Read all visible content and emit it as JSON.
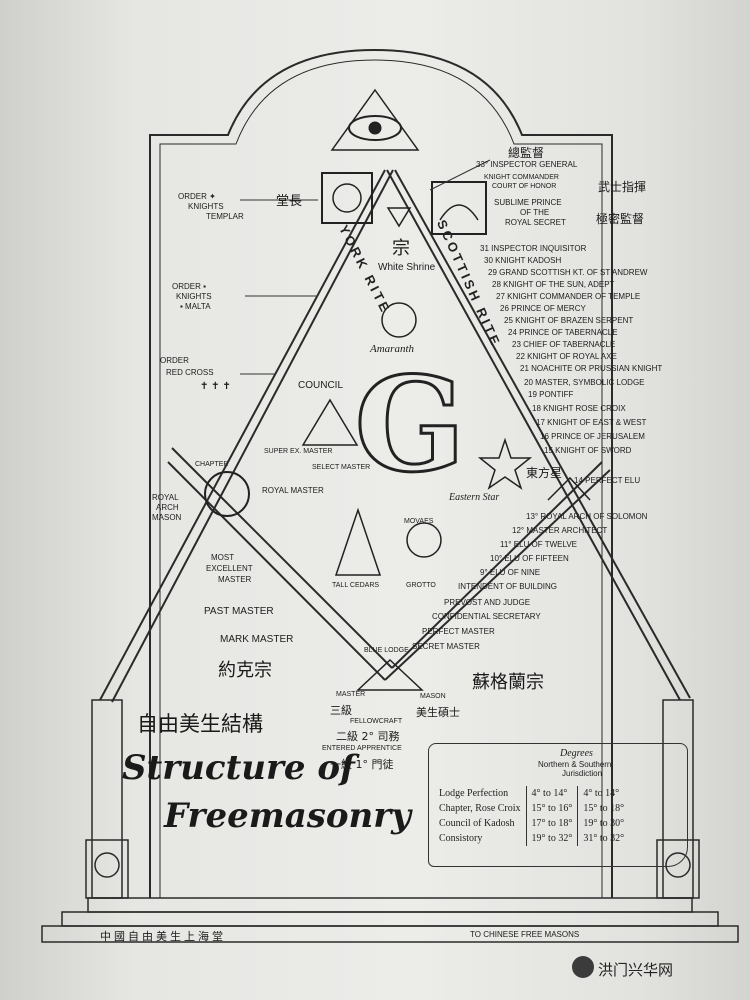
{
  "header": {
    "eye_cn": "總監督",
    "inspector_general": "33° INSPECTOR GENERAL"
  },
  "left_orders": [
    {
      "cn": "堂長",
      "lines": [
        "ORDER ✦",
        "KNIGHTS",
        "TEMPLAR"
      ]
    },
    {
      "lines": [
        "ORDER ▪",
        "KNIGHTS",
        "▪ MALTA"
      ]
    },
    {
      "lines": [
        "ORDER",
        "RED CROSS",
        "✝ ✝ ✝"
      ]
    }
  ],
  "right_top": {
    "knight_commander": [
      "KNIGHT COMMANDER",
      "COURT of HONOR"
    ],
    "knight_commander_cn": "武士指揮",
    "sublime": [
      "SUBLIME PRINCE",
      "OF THE",
      "ROYAL SECRET"
    ],
    "sublime_cn": "極密監督"
  },
  "rites": {
    "york": "YORK RITE",
    "scottish": "SCOTTISH RITE"
  },
  "center": {
    "white_shrine_cn": "宗",
    "white_shrine": "White Shrine",
    "amaranth": "Amaranth",
    "council": "COUNCIL",
    "super_master": "SUPER EX. MASTER",
    "select_master": "SELECT MASTER",
    "chapter": "CHAPTER",
    "royal_master": "ROYAL MASTER",
    "royal_arch": [
      "ROYAL",
      "ARCH",
      "MASON"
    ],
    "letter_g": "G",
    "eastern_star": "Eastern Star",
    "eastern_star_cn": "東方星",
    "tall_cedars": "TALL CEDARS",
    "grotto": "GROTTO",
    "grotto_top": "MOVAES",
    "most_excellent": [
      "MOST",
      "EXCELLENT",
      "MASTER"
    ],
    "past_master": "PAST MASTER",
    "mark_master": "MARK MASTER",
    "york_cn": "約克宗",
    "scottish_cn": "蘇格蘭宗",
    "blue_lodge": "BLUE LODGE"
  },
  "scottish_degrees": [
    {
      "num": "31",
      "label": "INSPECTOR INQUISITOR"
    },
    {
      "num": "30",
      "label": "KNIGHT KADOSH"
    },
    {
      "num": "29",
      "label": "GRAND SCOTTISH KT. of ST ANDREW"
    },
    {
      "num": "28",
      "label": "KNIGHT of THE SUN, ADEPT"
    },
    {
      "num": "27",
      "label": "KNIGHT COMMANDER of TEMPLE"
    },
    {
      "num": "26",
      "label": "PRINCE of MERCY"
    },
    {
      "num": "25",
      "label": "KNIGHT of BRAZEN SERPENT"
    },
    {
      "num": "24",
      "label": "PRINCE of TABERNACLE"
    },
    {
      "num": "23",
      "label": "CHIEF of TABERNACLE"
    },
    {
      "num": "22",
      "label": "KNIGHT of ROYAL AXE"
    },
    {
      "num": "21",
      "label": "NOACHITE or PRUSSIAN KNIGHT"
    },
    {
      "num": "20",
      "label": "MASTER, SYMBOLIC LODGE"
    },
    {
      "num": "19",
      "label": "PONTIFF"
    },
    {
      "num": "18",
      "label": "KNIGHT ROSE CROIX"
    },
    {
      "num": "17",
      "label": "KNIGHT of EAST & WEST"
    },
    {
      "num": "16",
      "label": "PRINCE of JERUSALEM"
    },
    {
      "num": "15",
      "label": "KNIGHT of SWORD"
    },
    {
      "num": "14",
      "label": "PERFECT ELU"
    }
  ],
  "lower_degrees": [
    "13° ROYAL ARCH of SOLOMON",
    "12° MASTER ARCHITECT",
    "11° ELU of TWELVE",
    "10° ELU of FIFTEEN",
    "9° ELU of NINE",
    "INTENDENT of BUILDING",
    "PREVOST AND JUDGE",
    "CONFIDENTIAL SECRETARY",
    "PERFECT MASTER",
    "SECRET MASTER"
  ],
  "base": {
    "master": "MASTER",
    "master_cn": "三級",
    "mason_cn": "美生碩士",
    "mason": "MASON",
    "fellowcraft": "FELLOWCRAFT",
    "fellowcraft_cn": "二級 2° 司務",
    "entered_apprentice": "ENTERED APPRENTICE",
    "entered_apprentice_cn": "一級 1° 門徒"
  },
  "org_cn": "自由美生結構",
  "title_line1": "Structure of",
  "title_line2": "Freemasonry",
  "degrees_table": {
    "heading": "Degrees",
    "subheading": "Northern & Southern",
    "jurisdiction": "Jurisdiction",
    "rows": [
      {
        "body": "Lodge Perfection",
        "northern": "4° to 14°",
        "southern": "4° to 14°"
      },
      {
        "body": "Chapter, Rose Croix",
        "northern": "15° to 16°",
        "southern": "15° to 18°"
      },
      {
        "body": "Council of Kadosh",
        "northern": "17° to 18°",
        "southern": "19° to 30°"
      },
      {
        "body": "Consistory",
        "northern": "19° to 32°",
        "southern": "31° to 32°"
      }
    ]
  },
  "footer": {
    "cn": "中國自由美生上海堂",
    "en": "TO CHINESE FREE MASONS"
  },
  "credit": "洪门兴华网"
}
